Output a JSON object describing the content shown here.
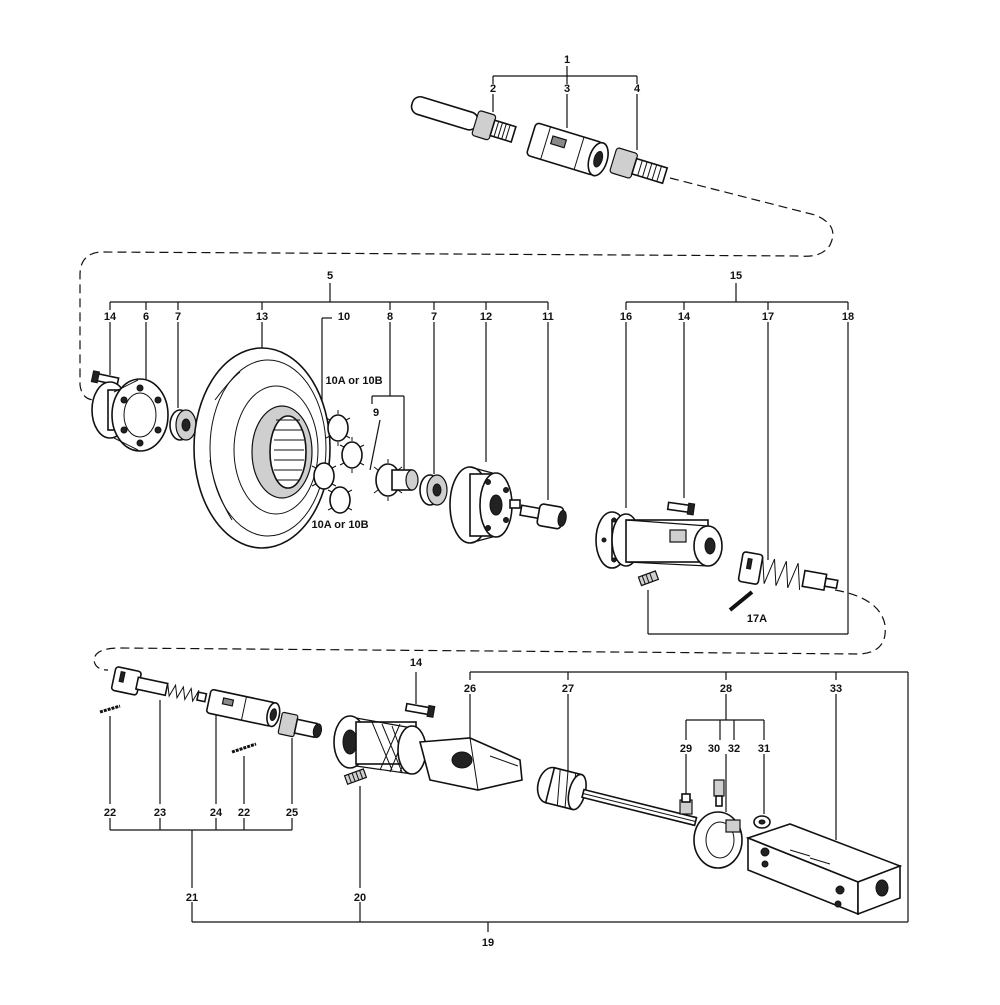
{
  "callouts": {
    "c1": "1",
    "c2": "2",
    "c3": "3",
    "c4": "4",
    "c5": "5",
    "c6": "6",
    "c7a": "7",
    "c7b": "7",
    "c8": "8",
    "c9": "9",
    "c10": "10",
    "c10a_top": "10A or 10B",
    "c10a_bot": "10A or 10B",
    "c11": "11",
    "c12": "12",
    "c13": "13",
    "c14a": "14",
    "c14b": "14",
    "c14c": "14",
    "c15": "15",
    "c16": "16",
    "c17": "17",
    "c17a": "17A",
    "c18": "18",
    "c19": "19",
    "c20": "20",
    "c21": "21",
    "c22a": "22",
    "c22b": "22",
    "c23": "23",
    "c24": "24",
    "c25": "25",
    "c26": "26",
    "c27": "27",
    "c28": "28",
    "c29": "29",
    "c30": "30",
    "c31": "31",
    "c32": "32",
    "c33": "33"
  }
}
